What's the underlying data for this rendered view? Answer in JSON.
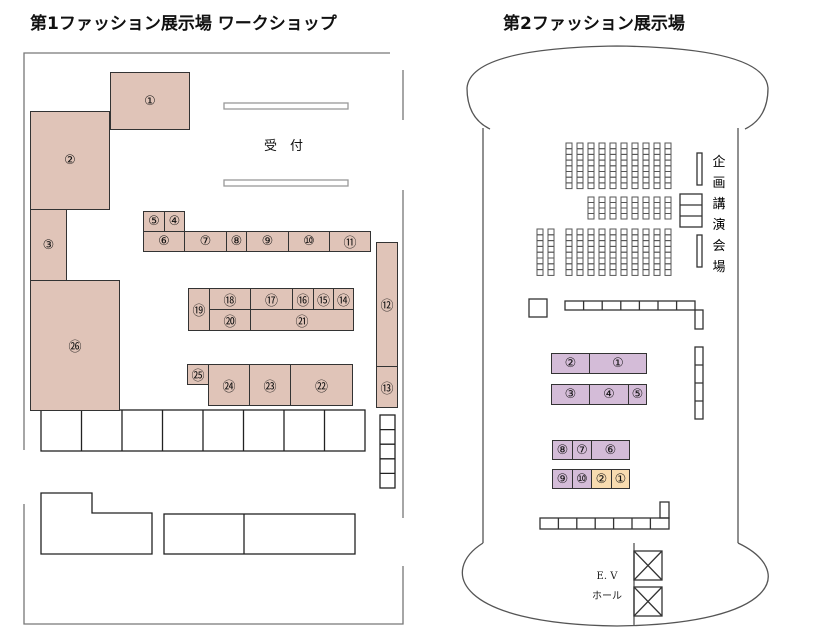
{
  "hall1": {
    "title": "第1ファッション展示場 ワークショップ",
    "reception": "受　付",
    "booths": [
      "①",
      "②",
      "③",
      "④",
      "⑤",
      "⑥",
      "⑦",
      "⑧",
      "⑨",
      "⑩",
      "⑪",
      "⑫",
      "⑬",
      "⑭",
      "⑮",
      "⑯",
      "⑰",
      "⑱",
      "⑲",
      "⑳",
      "㉑",
      "㉒",
      "㉓",
      "㉔",
      "㉕",
      "㉖"
    ]
  },
  "hall2": {
    "title": "第2ファッション展示場",
    "lecture_hall": [
      "企",
      "画",
      "講",
      "演",
      "会",
      "場"
    ],
    "booths_purple": [
      "①",
      "②",
      "③",
      "④",
      "⑤",
      "⑥",
      "⑦",
      "⑧",
      "⑨",
      "⑩"
    ],
    "booths_orange": [
      "①",
      "②"
    ],
    "ev_hall_line1": "E. V",
    "ev_hall_line2": "ホール"
  },
  "colors": {
    "hall1_booth": "#e0c4b8",
    "hall2_booth": "#d4bcd8",
    "hall2_special": "#f8dcb0"
  }
}
